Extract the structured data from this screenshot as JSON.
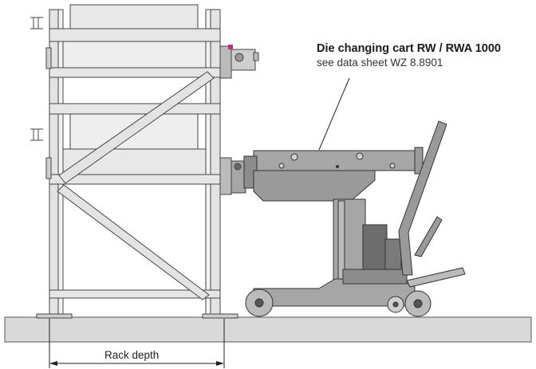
{
  "callout": {
    "title": "Die changing cart RW / RWA 1000",
    "subtitle": "see data sheet WZ 8.8901"
  },
  "dimension": {
    "label": "Rack depth"
  },
  "colors": {
    "floor": "#d9d9d9",
    "rack_frame": "#e3e3e3",
    "rack_shelf": "#f0f0f0",
    "cart_body": "#a6a6a6",
    "cart_dark": "#7a7a7a",
    "accent": "#c0307a"
  }
}
